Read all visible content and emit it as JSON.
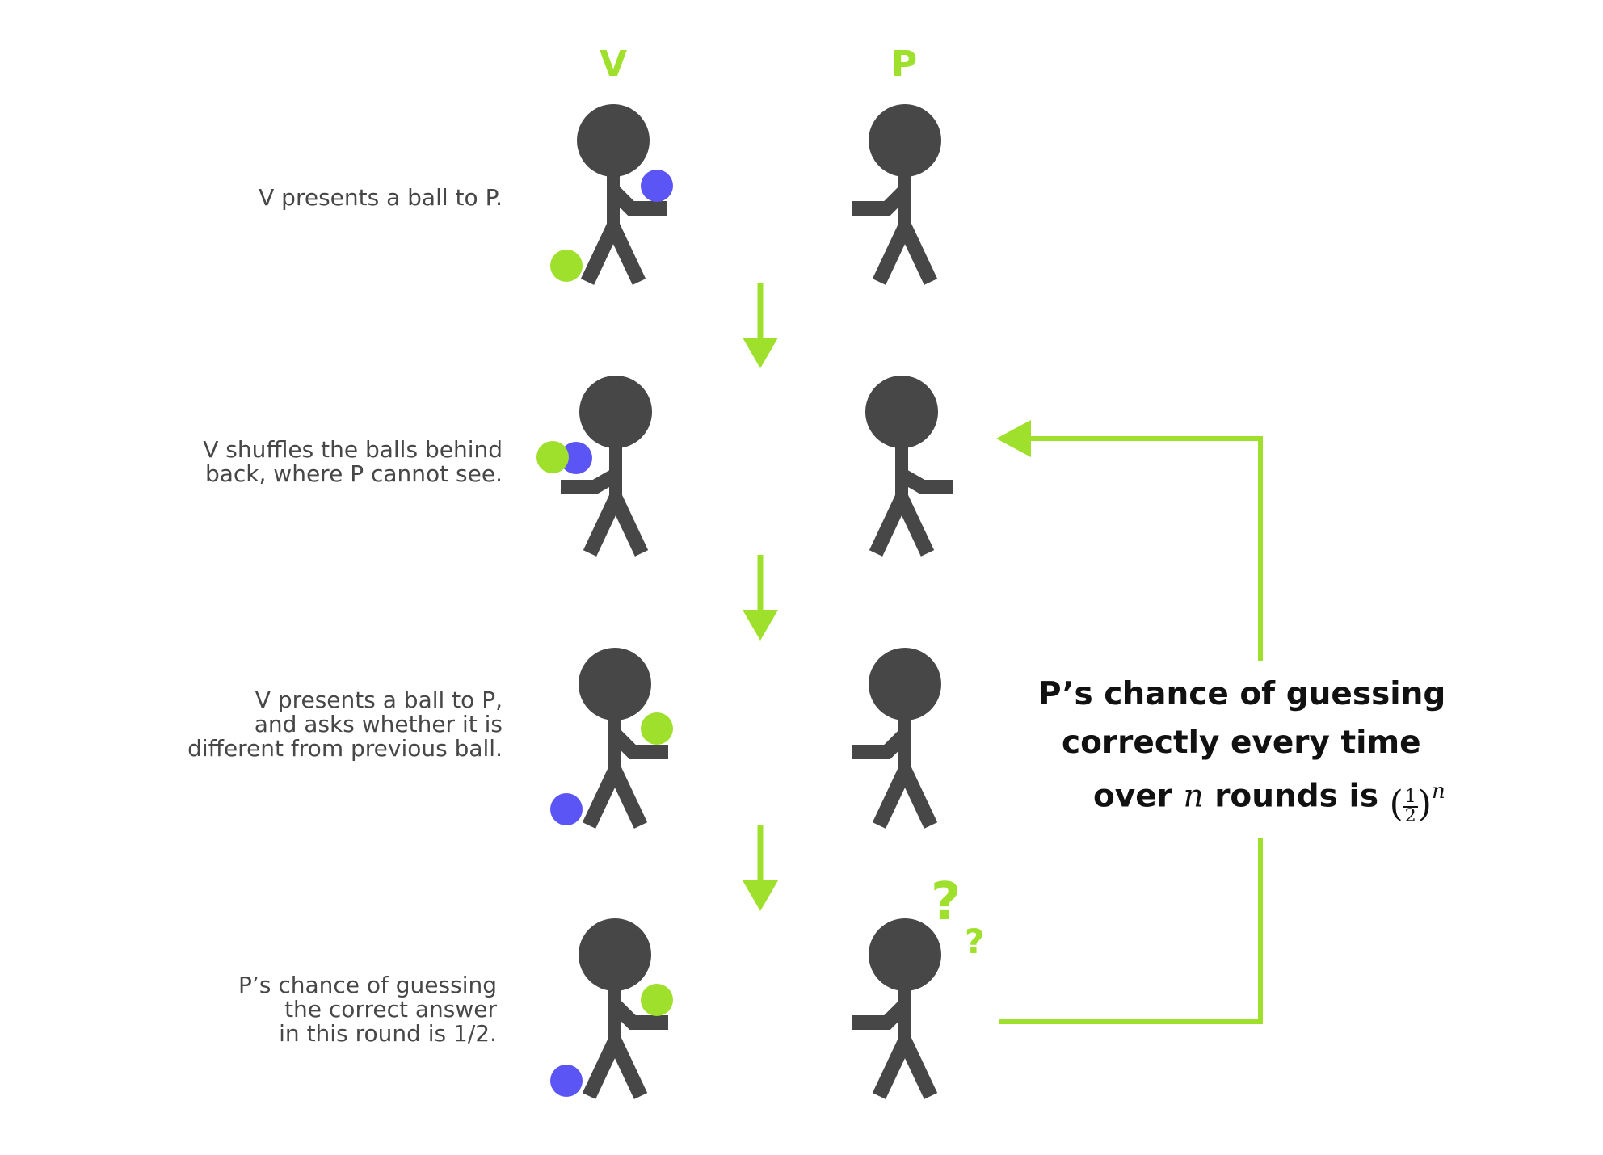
{
  "columns": {
    "verifier": "V",
    "prover": "P"
  },
  "steps": [
    {
      "lines": [
        "V presents a ball to P."
      ]
    },
    {
      "lines": [
        "V shuffles the balls behind",
        "back, where P cannot see."
      ]
    },
    {
      "lines": [
        "V presents a ball to P,",
        "and asks whether it is",
        "different from previous ball."
      ]
    },
    {
      "lines": [
        "P’s chance of guessing",
        "the correct answer",
        "in this round is 1/2."
      ]
    }
  ],
  "summary": {
    "line1": "P’s chance of guessing",
    "line2": "correctly every time",
    "line3_prefix": "over",
    "line3_var": "n",
    "line3_mid": "rounds is",
    "fraction_numerator": "1",
    "fraction_denominator": "2",
    "exponent": "n"
  },
  "question_marks": [
    "?",
    "?"
  ],
  "colors": {
    "accent_green": "#9FE02C",
    "ball_blue": "#5B55F5",
    "figure": "#474747",
    "text": "#474747"
  }
}
